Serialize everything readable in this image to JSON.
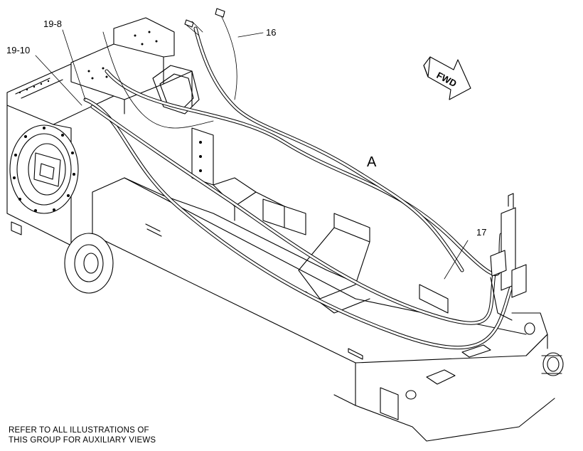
{
  "callouts": {
    "c16": "16",
    "c19_8": "19-8",
    "c19_10": "19-10",
    "c17": "17",
    "view_a": "A"
  },
  "direction_arrow": {
    "label": "FWD"
  },
  "note": {
    "line1": "REFER TO ALL ILLUSTRATIONS OF",
    "line2": "THIS GROUP FOR AUXILIARY VIEWS"
  }
}
